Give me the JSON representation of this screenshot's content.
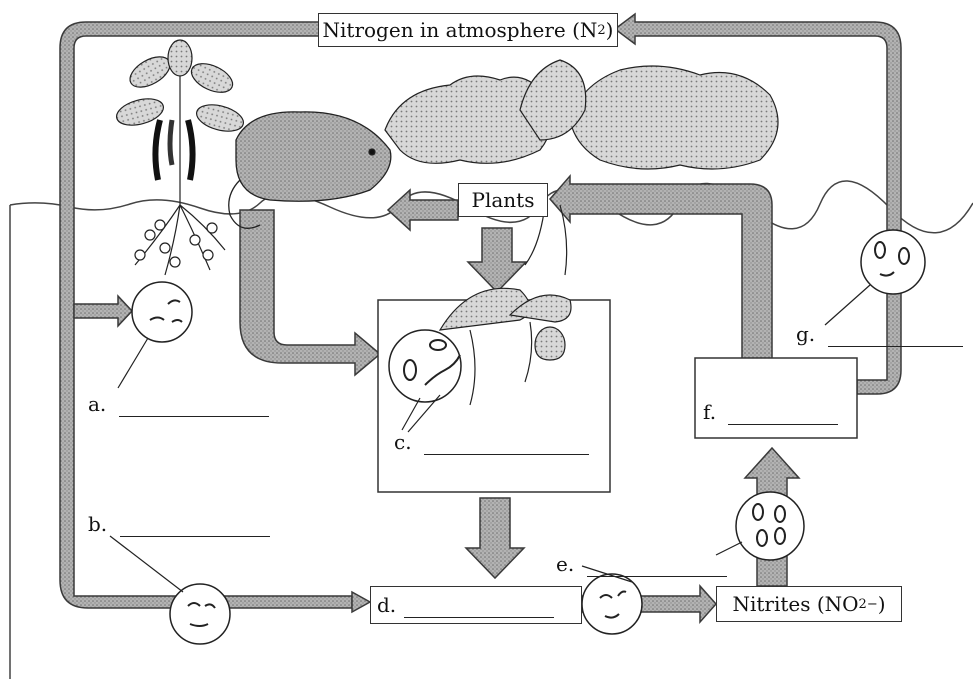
{
  "diagram": {
    "top_label": "Nitrogen in atmosphere (N",
    "top_label_sub": "2",
    "top_label_end": ")",
    "plants_label": "Plants",
    "nitrites_label": "Nitrites (NO",
    "nitrites_sub": "2",
    "nitrites_sup": "−",
    "nitrites_end": ")",
    "blanks": {
      "a": "a.",
      "b": "b.",
      "c": "c.",
      "d": "d.",
      "e": "e.",
      "f": "f.",
      "g": "g."
    },
    "colors": {
      "arrow_fill": "#a8a8a8",
      "arrow_stroke": "#3a3a3a",
      "line": "#222222"
    }
  }
}
